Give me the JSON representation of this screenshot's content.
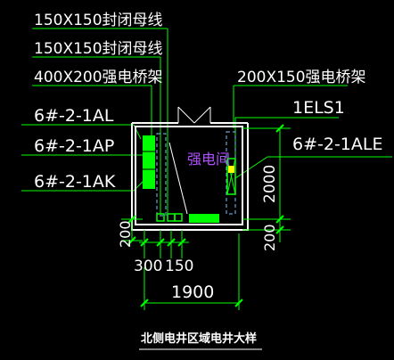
{
  "labels": {
    "busway_1": "150X150封闭母线",
    "busway_2": "150X150封闭母线",
    "tray_left": "400X200强电桥架",
    "tray_right": "200X150强电桥架",
    "panel_al": "6#-2-1AL",
    "panel_ap": "6#-2-1AP",
    "panel_ak": "6#-2-1AK",
    "panel_els": "1ELS1",
    "panel_ale": "6#-2-1ALE",
    "room_name": "强电间"
  },
  "dimensions": {
    "left_offset": "200",
    "bottom_300": "300",
    "bottom_150": "150",
    "right_height": "2000",
    "right_offset": "200",
    "width": "1900"
  },
  "title": "北侧电井区域电井大样",
  "colors": {
    "background": "#000000",
    "leader": "#00ff00",
    "text": "#ffffff",
    "wall": "#ffffff",
    "equipment": "#00ff00",
    "accent": "#ffff00",
    "tray": "#7fbfff",
    "room_text": "#b050ff",
    "dimension": "#00ff00"
  }
}
